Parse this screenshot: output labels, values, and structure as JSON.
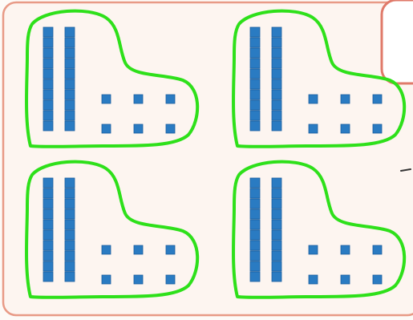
{
  "colors": {
    "page_background": "#fdfaf7",
    "panel_fill": "#fdf5f0",
    "panel_border": "#e89a86",
    "block_fill": "#2a7bc2",
    "block_edge": "#1a5e9e",
    "loop_stroke": "#2ee01a",
    "side_stroke": "#333333"
  },
  "icons": {
    "ten_rod": "ten-rod-icon",
    "unit_cube": "unit-cube-icon",
    "loop": "freehand-loop"
  },
  "groups": [
    {
      "tens": 2,
      "ones": 6
    },
    {
      "tens": 2,
      "ones": 6
    },
    {
      "tens": 2,
      "ones": 6
    },
    {
      "tens": 2,
      "ones": 6
    }
  ]
}
